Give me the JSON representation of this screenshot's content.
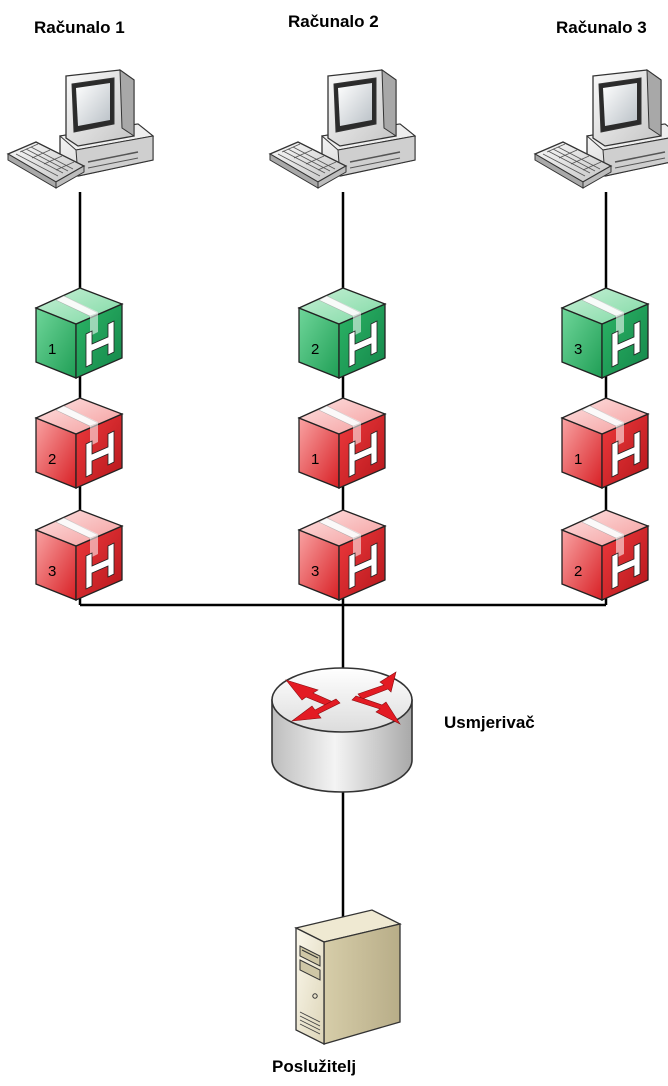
{
  "computers": [
    {
      "label": "Računalo 1",
      "packets": [
        {
          "number": "1",
          "color": "green"
        },
        {
          "number": "2",
          "color": "red"
        },
        {
          "number": "3",
          "color": "red"
        }
      ]
    },
    {
      "label": "Računalo 2",
      "packets": [
        {
          "number": "2",
          "color": "green"
        },
        {
          "number": "1",
          "color": "red"
        },
        {
          "number": "3",
          "color": "red"
        }
      ]
    },
    {
      "label": "Računalo 3",
      "packets": [
        {
          "number": "3",
          "color": "green"
        },
        {
          "number": "1",
          "color": "red"
        },
        {
          "number": "2",
          "color": "red"
        }
      ]
    }
  ],
  "router": {
    "label": "Usmjerivač"
  },
  "server": {
    "label": "Poslužitelj"
  },
  "colors": {
    "green_packet": "#2fb86a",
    "red_packet": "#e8262b",
    "line": "#000000",
    "arrow": "#e31b23"
  }
}
